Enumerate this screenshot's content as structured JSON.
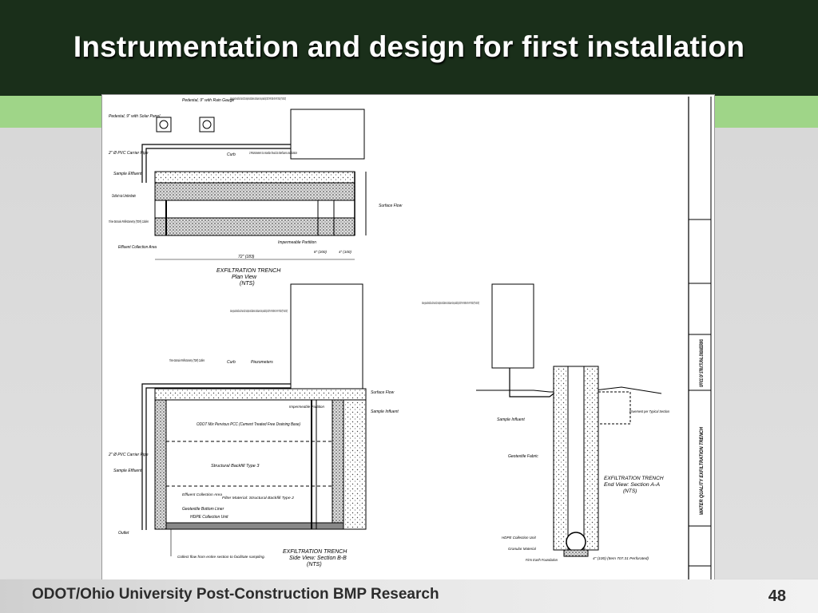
{
  "slide": {
    "title": "Instrumentation and design for first installation",
    "footer": "ODOT/Ohio University Post-Construction BMP Research",
    "page_number": "48"
  },
  "drawing": {
    "plan_view": {
      "label_pedestal_gauge": "Pedestal, 9\" with Rain Gauge",
      "label_pedestal_solar": "Pedestal, 9\" with Solar Panel",
      "label_metal_box": "Above-ground metal box for two ISCO samplers and batteries. Enclosure to be provided by ODOT APX NEMA 3R APX 774426 (77\"x44\"x26\")",
      "label_carrier_pipe": "2\" Ø PVC Carrier Pipe",
      "label_sample_effluent": "Sample Effluent",
      "label_outlet": "Outlet via Underdrain",
      "label_tdr": "Time-Domain Reflectometry (TDR) Cables",
      "label_effluent_area": "Effluent Collection Area",
      "label_curb": "Curb",
      "label_piezometers": "3 Piezometers to monitor head at interfaces and bottom",
      "label_impermeable": "Impermeable Partition",
      "label_surface_flow": "Surface Flow",
      "dim_length": "72\" (183)",
      "dim_a": "8\" (200)",
      "dim_b": "4\" (100)",
      "caption_1": "EXFILTRATION TRENCH",
      "caption_2": "Plan View",
      "caption_3": "(NTS)"
    },
    "side_view": {
      "label_metal_box": "Above-ground metal box for two ISCO samplers and batteries. Enclosure to be provided by ODOT APX NEMA 3R APX 774426 (77\"x44\"x26\")",
      "label_tdr": "Time-Domain Reflectometry (TDR) Cables",
      "label_curb": "Curb",
      "label_piezometers": "Piezometers",
      "label_surface_flow": "Surface Flow",
      "label_impermeable": "Impermeable Partition",
      "label_sample_influent": "Sample Influent",
      "label_pcc": "ODOT Mix Pervious PCC (Cement Treated Free Draining Base)",
      "label_backfill3": "Structural Backfill Type 3",
      "label_carrier_pipe": "2\" Ø PVC Carrier Pipe",
      "label_sample_effluent": "Sample Effluent",
      "label_effluent_area": "Effluent Collection Area",
      "label_filter": "Filter Material: Structural Backfill Type 2",
      "label_geotextile": "Geotextile Bottom Liner",
      "label_hdpe": "HDPE Collection Unit",
      "label_outlet": "Outlet",
      "label_collect": "Collect flow from entire section to facilitate sampling.",
      "caption_1": "EXFILTRATION TRENCH",
      "caption_2": "Side View: Section B-B",
      "caption_3": "(NTS)"
    },
    "end_view": {
      "label_metal_box": "Above-ground metal box for two ISCO samplers and batteries. Enclosure to be provided by ODOT APX NEMA 3R APX 774426 (77\"x44\"x26\")",
      "label_sample_influent": "Sample Influent",
      "label_geotextile": "Geotextile Fabric",
      "label_pavement": "Pavement per Typical Section",
      "label_hdpe": "HDPE Collection Unit",
      "label_granular": "Granular Material",
      "label_firm_earth": "Firm Earth Foundation",
      "label_pipe": "4\" (100) (Item 707.31 Perforated)",
      "caption_1": "EXFILTRATION TRENCH",
      "caption_2": "End View: Section A-A",
      "caption_3": "(NTS)"
    },
    "title_block": {
      "office": "OFFICE OF STRUCTURAL ENGINEERING",
      "project": "WATER QUALITY EXFILTRATION TRENCH"
    }
  }
}
